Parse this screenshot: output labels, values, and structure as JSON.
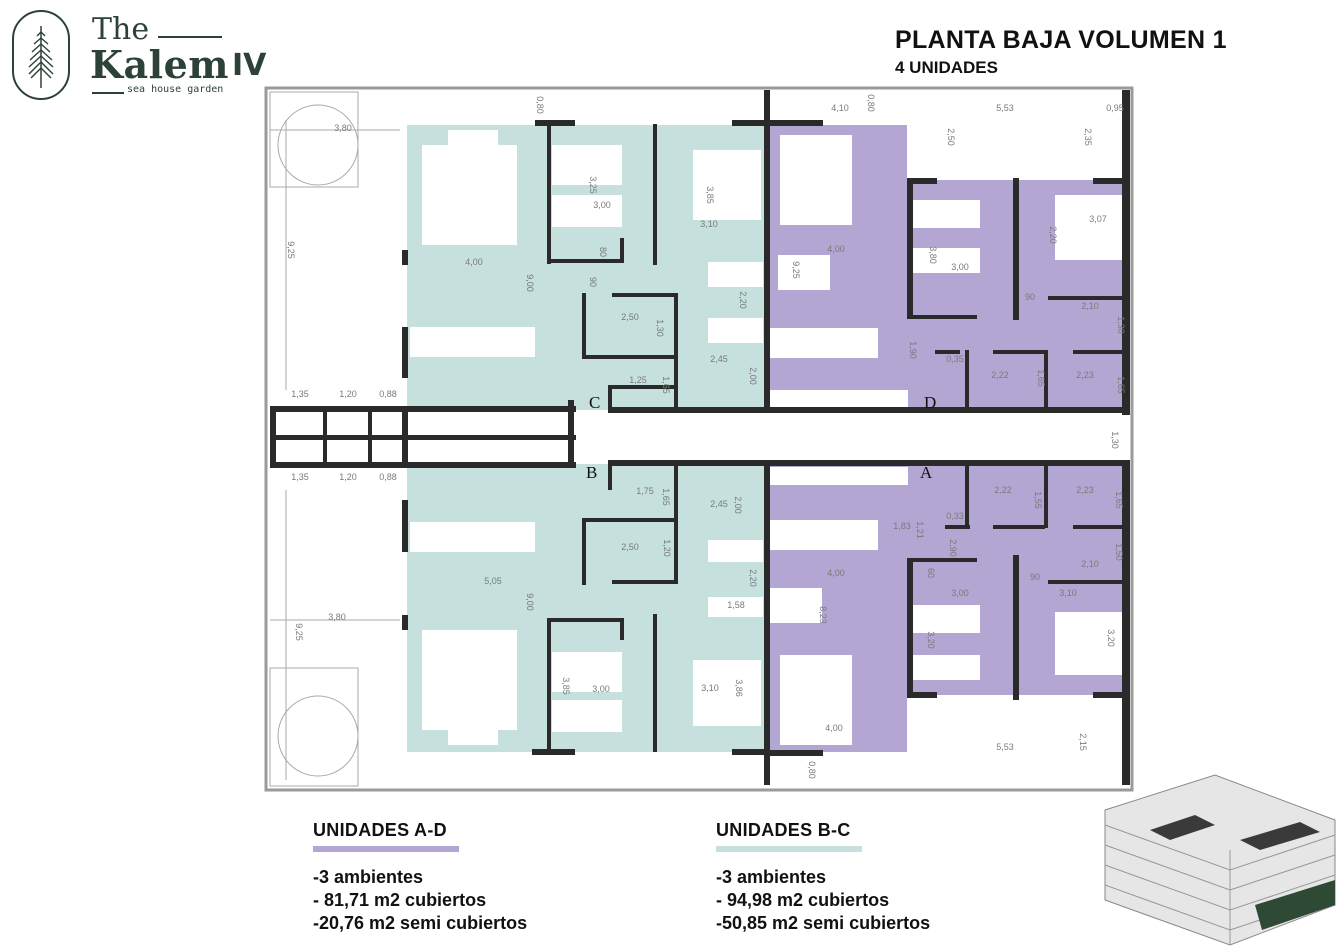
{
  "logo": {
    "the": "The",
    "kalem": "Kalem",
    "numeral": "IV",
    "tagline": "sea house garden",
    "color": "#2d4237"
  },
  "header": {
    "title": "PLANTA BAJA VOLUMEN 1",
    "subtitle": "4 UNIDADES"
  },
  "colors": {
    "units_b_c": "#c5e0dd",
    "units_a_d": "#b3a6d2",
    "walls": "#2a2a2a"
  },
  "plan": {
    "unit_labels": [
      "C",
      "D",
      "B",
      "A"
    ],
    "dims": [
      "3,80",
      "9,25",
      "4,00",
      "9,00",
      "3,25",
      "3,00",
      "3,85",
      "3,10",
      "0,80",
      "80",
      "90",
      "2,50",
      "1,30",
      "2,20",
      "2,45",
      "2,00",
      "1,25",
      "1,65",
      "1,35",
      "1,20",
      "0,88",
      "4,10",
      "0,80",
      "5,53",
      "0,95",
      "2,50",
      "2,35",
      "4,00",
      "9,25",
      "3,80",
      "3,00",
      "3,07",
      "2,20",
      "90",
      "2,10",
      "1,30",
      "1,90",
      "0,35",
      "2,22",
      "1,65",
      "2,23",
      "1,65",
      "1,30",
      "1,35",
      "1,20",
      "0,88",
      "1,75",
      "1,65",
      "2,45",
      "2,00",
      "2,50",
      "1,20",
      "2,20",
      "1,58",
      "5,05",
      "9,00",
      "3,80",
      "9,25",
      "3,85",
      "3,00",
      "3,10",
      "3,86",
      "2,22",
      "1,55",
      "2,23",
      "1,65",
      "0,33",
      "1,83",
      "1,21",
      "2,90",
      "1,50",
      "2,10",
      "60",
      "90",
      "4,00",
      "8,23",
      "3,00",
      "3,10",
      "3,20",
      "3,20",
      "4,00",
      "5,53",
      "2,15",
      "0,80"
    ]
  },
  "units": [
    {
      "title": "UNIDADES A-D",
      "color": "#b3a6d2",
      "lines": [
        "-3 ambientes",
        "- 81,71 m2 cubiertos",
        "-20,76 m2 semi cubiertos"
      ]
    },
    {
      "title": "UNIDADES B-C",
      "color": "#c5e0dd",
      "lines": [
        "-3 ambientes",
        "- 94,98 m2 cubiertos",
        "-50,85 m2 semi cubiertos"
      ]
    }
  ]
}
